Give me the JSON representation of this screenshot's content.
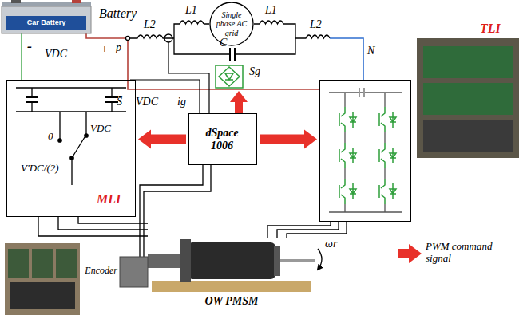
{
  "diagram": {
    "nodes": [
      {
        "text": [
          "Car Battery",
          "Battery"
        ]
      },
      {
        "text": [
          "Single phase AC grid"
        ]
      },
      {
        "text": [
          "dSpace 1006"
        ]
      },
      {
        "text": [
          "MLI"
        ]
      },
      {
        "text": [
          "TLI"
        ]
      },
      {
        "text": [
          "OW PMSM"
        ]
      },
      {
        "text": [
          "Encoder"
        ]
      }
    ],
    "edges": [
      {
        "from": 2,
        "to": 3,
        "arrow": "to"
      },
      {
        "from": 2,
        "to": 4,
        "arrow": "to"
      },
      {
        "from": 3,
        "to": 5,
        "arrow": "none"
      },
      {
        "from": 4,
        "to": 5,
        "arrow": "none"
      },
      {
        "from": 6,
        "to": 2,
        "arrow": "none"
      },
      {
        "from": 0,
        "to": 3,
        "arrow": "none"
      }
    ],
    "labels": [
      "-",
      "VDC",
      "+",
      "p",
      "L2",
      "L1",
      "C",
      "L1",
      "L2",
      "N",
      "S̄",
      "VDC",
      "ig",
      "Sg",
      "0",
      "VDC",
      "V'DC/(2)",
      "ωr"
    ],
    "legend": [
      {
        "text": "PWM command signal"
      }
    ]
  }
}
